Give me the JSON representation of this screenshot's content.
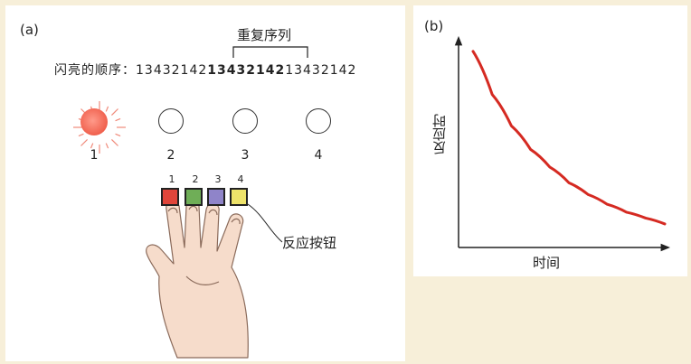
{
  "panel_a": {
    "label": "(a)",
    "bracket_label": "重复序列",
    "sequence_prefix": "闪亮的顺序：",
    "sequence_before": "13432142",
    "sequence_repeat": "13432142",
    "sequence_after": "13432142",
    "lights": [
      {
        "number": "1",
        "state": "on",
        "color": "#f0604d"
      },
      {
        "number": "2",
        "state": "off"
      },
      {
        "number": "3",
        "state": "off"
      },
      {
        "number": "4",
        "state": "off"
      }
    ],
    "buttons": [
      {
        "number": "1",
        "color": "#e0453a"
      },
      {
        "number": "2",
        "color": "#6fae57"
      },
      {
        "number": "3",
        "color": "#8f84c9"
      },
      {
        "number": "4",
        "color": "#eee36a"
      }
    ],
    "button_callout": "反应按钮"
  },
  "panel_b": {
    "label": "(b)",
    "ylabel": "反应时",
    "xlabel": "时间",
    "curve_color": "#d52a22"
  },
  "chart_data": {
    "type": "line",
    "title": "",
    "xlabel": "时间",
    "ylabel": "反应时",
    "series": [
      {
        "x": [
          0,
          0.1,
          0.2,
          0.3,
          0.4,
          0.5,
          0.6,
          0.7,
          0.8,
          0.9,
          1.0
        ],
        "values": [
          1.0,
          0.78,
          0.62,
          0.5,
          0.41,
          0.33,
          0.27,
          0.22,
          0.18,
          0.15,
          0.12
        ]
      }
    ],
    "xlim": [
      0,
      1
    ],
    "ylim": [
      0,
      1.05
    ],
    "grid": false
  }
}
